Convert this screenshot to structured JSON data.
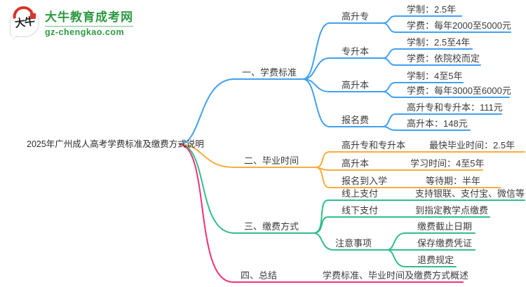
{
  "site": {
    "name": "大牛教育成考网",
    "domain": "gz-chengkao.com",
    "logo_text": "大牛"
  },
  "colors": {
    "branch1_blue": "#41A0F0",
    "branch2_orange": "#F8AC3C",
    "branch3_green": "#30BE8B",
    "branch4_pink": "#F23078",
    "brand_green": "#2E9942",
    "brand_red": "#D5342C",
    "text": "#3B3B3B"
  },
  "root": {
    "title": "2025年广州成人高考学费标准及缴费方式说明"
  },
  "branches": [
    {
      "label": "一、学费标准",
      "children": [
        {
          "label": "高升专",
          "leaves": [
            "学制：2.5年",
            "学费：每年2000至5000元"
          ]
        },
        {
          "label": "专升本",
          "leaves": [
            "学制：2.5至4年",
            "学费：依院校而定"
          ]
        },
        {
          "label": "高升本",
          "leaves": [
            "学制：4至5年",
            "学费：每年3000至6000元"
          ]
        },
        {
          "label": "报名费",
          "leaves": [
            "高升专和专升本：111元",
            "高升本：148元"
          ]
        }
      ]
    },
    {
      "label": "二、毕业时间",
      "children": [
        {
          "label": "高升专和专升本",
          "leaves": [
            "最快毕业时间：2.5年"
          ]
        },
        {
          "label": "高升本",
          "leaves": [
            "学习时间：4至5年"
          ]
        },
        {
          "label": "报名到入学",
          "leaves": [
            "等待期：半年"
          ]
        }
      ]
    },
    {
      "label": "三、缴费方式",
      "children": [
        {
          "label": "线上支付",
          "leaves": [
            "支持银联、支付宝、微信等"
          ]
        },
        {
          "label": "线下支付",
          "leaves": [
            "到指定教学点缴费"
          ]
        },
        {
          "label": "注意事项",
          "leaves": [
            "缴费截止日期",
            "保存缴费凭证",
            "退费规定"
          ]
        }
      ]
    },
    {
      "label": "四、总结",
      "children": [
        {
          "label": "学费标准、毕业时间及缴费方式概述",
          "leaves": []
        }
      ]
    }
  ]
}
